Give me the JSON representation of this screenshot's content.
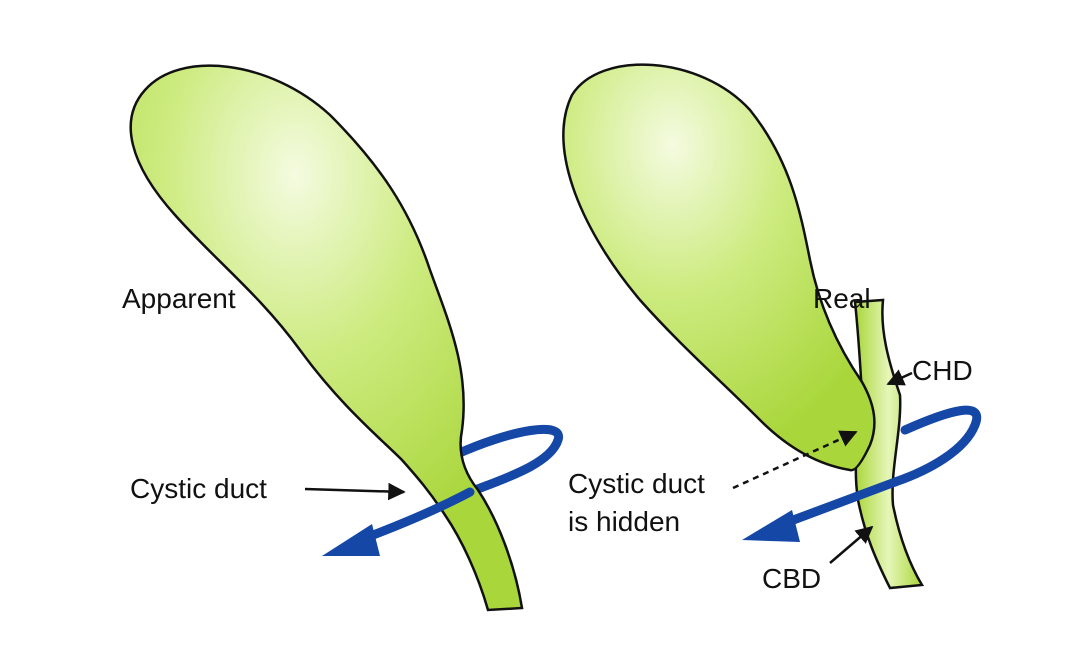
{
  "colors": {
    "gallbladder_fill": "#b8e04a",
    "gallbladder_highlight": "#f4fbe0",
    "outline": "#111111",
    "rotation_arrow": "#1447a6",
    "text": "#111111"
  },
  "left_panel": {
    "label": "Apparent",
    "duct_label": "Cystic duct"
  },
  "right_panel": {
    "label": "Real",
    "chd_label": "CHD",
    "cbd_label": "CBD",
    "hidden_line1": "Cystic duct",
    "hidden_line2": "is hidden"
  }
}
